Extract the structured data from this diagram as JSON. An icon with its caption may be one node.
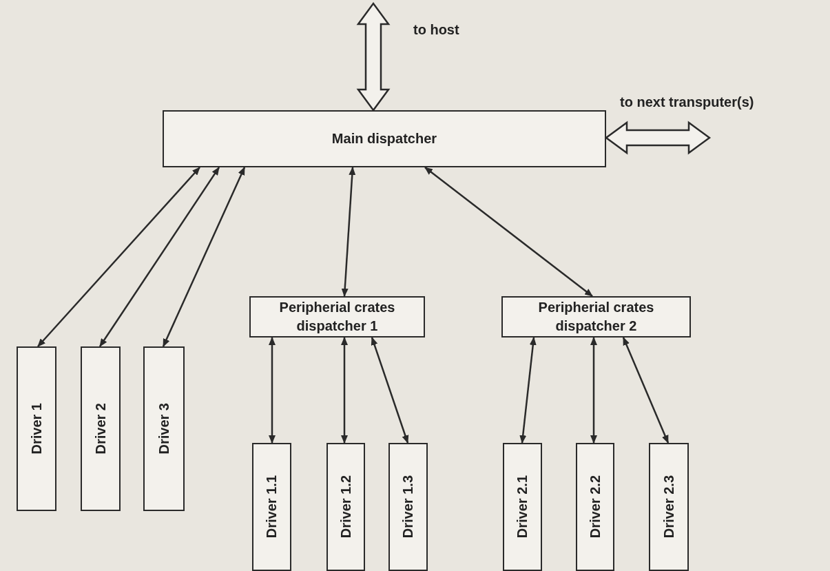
{
  "diagram": {
    "nodes": [
      {
        "text": [
          "Main dispatcher"
        ]
      },
      {
        "text": [
          "Driver 1"
        ]
      },
      {
        "text": [
          "Driver 2"
        ]
      },
      {
        "text": [
          "Driver 3"
        ]
      },
      {
        "text": [
          "Peripherial crates dispatcher 1"
        ]
      },
      {
        "text": [
          "Peripherial crates dispatcher 2"
        ]
      },
      {
        "text": [
          "Driver 1.1"
        ]
      },
      {
        "text": [
          "Driver 1.2"
        ]
      },
      {
        "text": [
          "Driver 1.3"
        ]
      },
      {
        "text": [
          "Driver 2.1"
        ]
      },
      {
        "text": [
          "Driver 2.2"
        ]
      },
      {
        "text": [
          "Driver 2.3"
        ]
      }
    ],
    "edges": [
      {
        "from": 0,
        "to": null,
        "arrow": "both",
        "label": "to host",
        "style": "thick"
      },
      {
        "from": 0,
        "to": null,
        "arrow": "both",
        "label": "to next transputer(s)",
        "style": "thick"
      },
      {
        "from": 0,
        "to": 1,
        "arrow": "both"
      },
      {
        "from": 0,
        "to": 2,
        "arrow": "both"
      },
      {
        "from": 0,
        "to": 3,
        "arrow": "both"
      },
      {
        "from": 0,
        "to": 4,
        "arrow": "both"
      },
      {
        "from": 0,
        "to": 5,
        "arrow": "both"
      },
      {
        "from": 4,
        "to": 6,
        "arrow": "both"
      },
      {
        "from": 4,
        "to": 7,
        "arrow": "both"
      },
      {
        "from": 4,
        "to": 8,
        "arrow": "both"
      },
      {
        "from": 5,
        "to": 9,
        "arrow": "both"
      },
      {
        "from": 5,
        "to": 10,
        "arrow": "both"
      },
      {
        "from": 5,
        "to": 11,
        "arrow": "both"
      }
    ]
  }
}
